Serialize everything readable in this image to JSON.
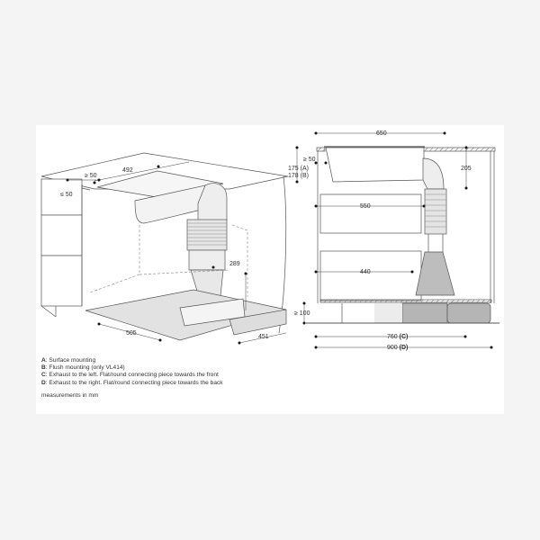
{
  "legend": {
    "items": [
      {
        "key": "A",
        "text": ": Surface mounting"
      },
      {
        "key": "B",
        "text": ": Flush mounting (only VL414)"
      },
      {
        "key": "C",
        "text": ": Exhaust to the left. Flat/round connecting piece towards the front"
      },
      {
        "key": "D",
        "text": ": Exhaust to the right. Flat/round connecting piece towards the back"
      }
    ],
    "units": "measurements in mm"
  },
  "perspective_view": {
    "dims": {
      "min_front": "≥ 50",
      "width_cutout": "492",
      "max_front": "≤ 50",
      "duct_height": "289",
      "plinth_depth": "505",
      "plinth_width": "451"
    }
  },
  "side_view": {
    "dims": {
      "total_width": "650",
      "min_gap": "≥ 50",
      "height_a": "175 (A)",
      "height_b": "178 (B)",
      "elbow_height": "205",
      "upper_depth": "550",
      "lower_depth": "440",
      "plinth_height": "≥ 100",
      "depth_c_num": "760",
      "depth_c_key": "(C)",
      "depth_d_num": "900",
      "depth_d_key": "(D)"
    }
  },
  "colors": {
    "background": "#f4f4f4",
    "panel": "#ffffff",
    "line": "#555555",
    "unit_fill": "#b8b8b8",
    "dashed": "#999999"
  }
}
